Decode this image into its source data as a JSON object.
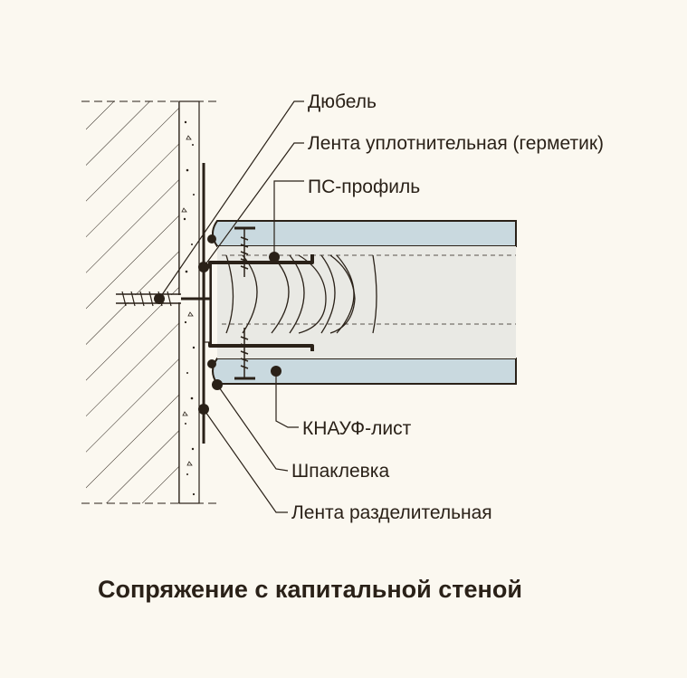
{
  "title": "Сопряжение с капитальной стеной",
  "labels": {
    "dowel": "Дюбель",
    "sealing_tape": "Лента уплотнительная (герметик)",
    "ps_profile": "ПС-профиль",
    "knauf_sheet": "КНАУФ-лист",
    "putty": "Шпаклевка",
    "separating_tape": "Лента разделительная"
  },
  "colors": {
    "ink": "#2a2118",
    "board": "#c9d9df",
    "insulation": "#e9e9e4",
    "background": "#fbf8f0"
  }
}
